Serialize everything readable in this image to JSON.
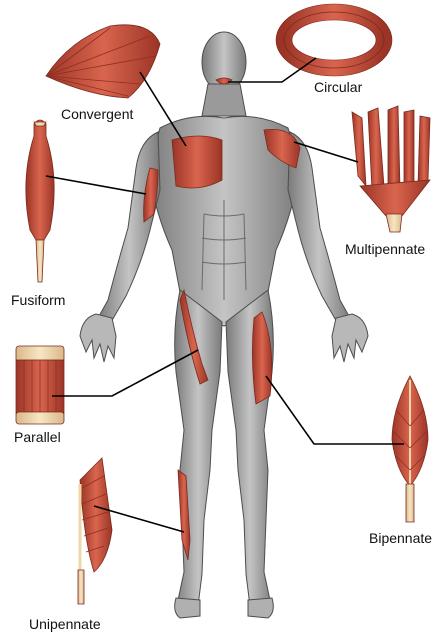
{
  "diagram": {
    "labels": {
      "convergent": "Convergent",
      "circular": "Circular",
      "multipennate": "Multipennate",
      "fusiform": "Fusiform",
      "parallel": "Parallel",
      "bipennate": "Bipennate",
      "unipennate": "Unipennate"
    }
  },
  "colors": {
    "muscle": "#c9513f",
    "muscle_dark": "#8f2e22",
    "muscle_light": "#e3896f",
    "tendon": "#f1d7a8",
    "body_gray": "#a9a9a9",
    "body_shade": "#6f6f6f",
    "leader_line": "#000000"
  }
}
